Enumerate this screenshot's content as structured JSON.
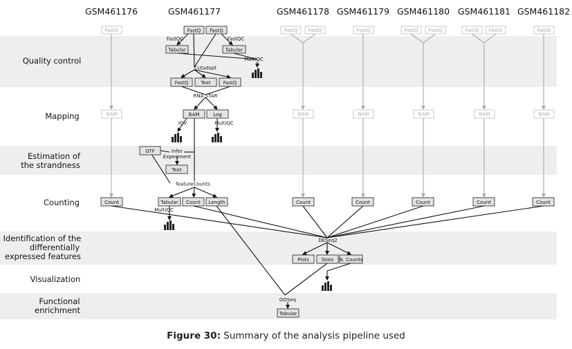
{
  "samples": [
    "GSM461176",
    "GSM461177",
    "GSM461178",
    "GSM461179",
    "GSM461180",
    "GSM461181",
    "GSM461182"
  ],
  "stages": {
    "quality_control": [
      "Quality control"
    ],
    "mapping": [
      "Mapping"
    ],
    "strandness": [
      "Estimation of",
      "the strandness"
    ],
    "counting": [
      "Counting"
    ],
    "de": [
      "Identification of the",
      "differentially",
      "expressed features"
    ],
    "visualization": [
      "Visualization"
    ],
    "functional": [
      "Functional",
      "enrichment"
    ]
  },
  "datasets": {
    "fastq": "FastQ",
    "tabular": "Tabular",
    "text": "Text",
    "bam": "BAM",
    "log": "Log",
    "gtf": "GTF",
    "count": "Count",
    "length": "Length",
    "plots": "Plots",
    "stats": "Stats",
    "n_counts": "N. Counts"
  },
  "tools": {
    "fastqc": "FastQC",
    "multiqc": "MultiQC",
    "cutadapt": "Cutadapt",
    "rna_star": "RNA STAR",
    "igv": "IGV",
    "infer_experiment": [
      "Infer",
      "Experiment"
    ],
    "featurecounts": "featureCounts",
    "deseq2": "DESeq2",
    "goseq": "GOSeq"
  },
  "caption": {
    "label": "Figure 30:",
    "text": "Summary of the analysis pipeline used"
  }
}
